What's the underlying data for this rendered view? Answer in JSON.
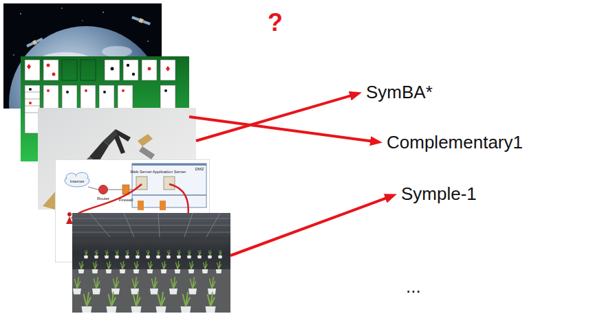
{
  "diagram": {
    "nodes": [
      {
        "text": []
      },
      {
        "text": []
      },
      {
        "text": []
      },
      {
        "text": []
      },
      {
        "text": []
      },
      {
        "text": [
          "SymBA*"
        ]
      },
      {
        "text": [
          "Complementary1"
        ]
      },
      {
        "text": [
          "Symple-1"
        ]
      },
      {
        "text": [
          "..."
        ]
      }
    ],
    "edges": [
      {
        "from": 2,
        "to": 5,
        "arrow": "to"
      },
      {
        "from": 1,
        "to": 6,
        "arrow": "to"
      },
      {
        "from": 4,
        "to": 7,
        "arrow": "to"
      }
    ],
    "labels": [
      "?",
      "Internet",
      "Router",
      "Firewall",
      "Web Server",
      "Application Server",
      "DMZ"
    ]
  }
}
